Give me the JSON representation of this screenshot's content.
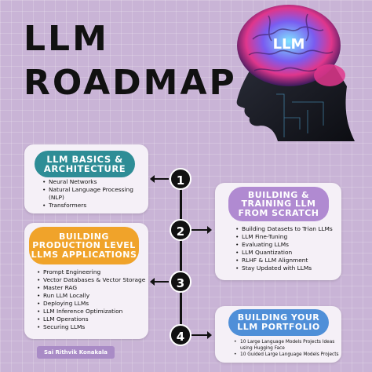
{
  "title": {
    "line1": "LLM",
    "line2": "ROADMAP"
  },
  "brain_label": "LLM",
  "steps": [
    "1",
    "2",
    "3",
    "4"
  ],
  "sections": {
    "basics": {
      "title_line1": "LLM BASICS &",
      "title_line2": "ARCHITECTURE",
      "items": [
        "Neural Networks",
        "Natural Language Processing",
        "(NLP)",
        "Transformers"
      ]
    },
    "training": {
      "title_line1": "BUILDING &",
      "title_line2": "TRAINING LLM",
      "title_line3": "FROM SCRATCH",
      "items": [
        "Building Datasets to Trian LLMs",
        "LLM Fine-Tuning",
        "Evaluating LLMs",
        "LLM Quantization",
        "RLHF & LLM Alignment",
        "Stay Updated with LLMs"
      ]
    },
    "production": {
      "title_line1": "BUILDING",
      "title_line2": "PRODUCTION LEVEL",
      "title_line3": "LLMS APPLICATIONS",
      "items": [
        "Prompt Engineering",
        "Vector Databases & Vector Storage",
        "Master RAG",
        "Run LLM Locally",
        "Deploying LLMs",
        "LLM Inference Optimization",
        "LLM Operations",
        "Securing LLMs"
      ]
    },
    "portfolio": {
      "title_line1": "BUILDING YOUR",
      "title_line2": "LLM PORTFOLIO",
      "items": [
        "10 Large Language Models Projects Ideas",
        "using Hugging Face",
        "10 Guided Large Language Models Projects"
      ]
    }
  },
  "author": "Sai Rithvik Konakala",
  "colors": {
    "background": "#c9b4d6",
    "teal": "#2e8d96",
    "orange": "#f0a32a",
    "lavender": "#b08ad1",
    "blue": "#4f8fd8"
  }
}
